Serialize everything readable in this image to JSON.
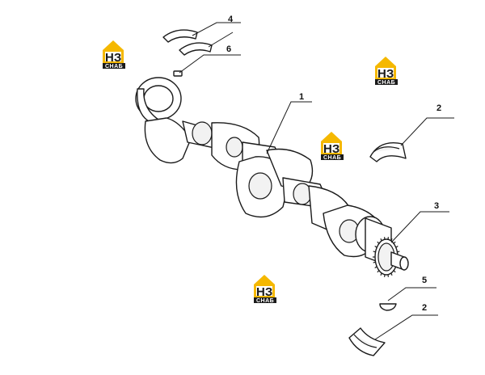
{
  "callouts": [
    {
      "id": "callout-1",
      "label": "1"
    },
    {
      "id": "callout-2-upper",
      "label": "2"
    },
    {
      "id": "callout-2-lower",
      "label": "2"
    },
    {
      "id": "callout-3",
      "label": "3"
    },
    {
      "id": "callout-4",
      "label": "4"
    },
    {
      "id": "callout-5",
      "label": "5"
    },
    {
      "id": "callout-6",
      "label": "6"
    }
  ],
  "watermark": {
    "logo_letters": "НЗ",
    "caption": "СНАБ",
    "colors": {
      "yellow": "#f5b800",
      "dark": "#1a1a1a"
    }
  },
  "parts": [
    {
      "name": "crankshaft",
      "callout": "1"
    },
    {
      "name": "main-bearing-shell",
      "callout": "2"
    },
    {
      "name": "timing-gear",
      "callout": "3"
    },
    {
      "name": "thrust-washer-pair",
      "callout": "4"
    },
    {
      "name": "woodruff-key",
      "callout": "5"
    },
    {
      "name": "dowel-pin",
      "callout": "6"
    }
  ]
}
